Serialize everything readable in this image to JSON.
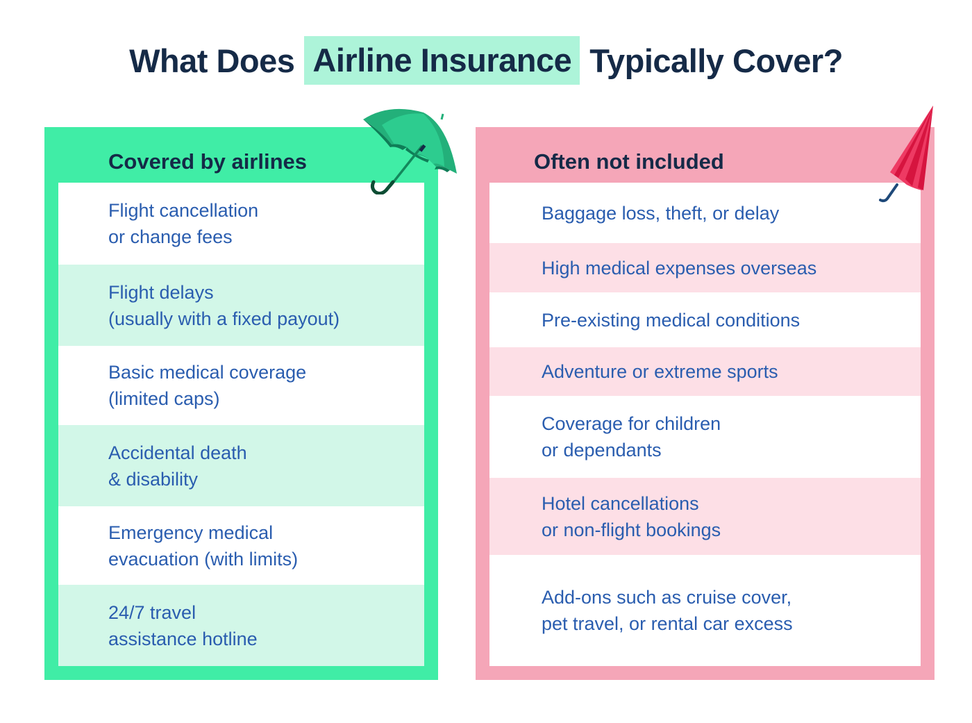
{
  "title": {
    "prefix": "What Does",
    "highlight": "Airline Insurance",
    "suffix": "Typically Cover?"
  },
  "colors": {
    "title_text": "#152a47",
    "title_highlight": "#adf4d9",
    "green_panel": "#40eda6",
    "green_row_alt": "#d2f7e8",
    "pink_panel": "#f5a6b8",
    "pink_row_alt": "#fddfe6",
    "item_text": "#2a5daf"
  },
  "covered": {
    "heading": "Covered by airlines",
    "icon": "open-umbrella-icon",
    "items": [
      "Flight cancellation\nor change fees",
      "Flight delays\n(usually with a fixed payout)",
      "Basic medical coverage\n(limited caps)",
      "Accidental death\n& disability",
      "Emergency medical\nevacuation (with limits)",
      "24/7 travel\nassistance hotline"
    ]
  },
  "not_included": {
    "heading": "Often not included",
    "icon": "closed-umbrella-icon",
    "items": [
      "Baggage loss, theft, or delay",
      "High medical expenses overseas",
      "Pre-existing medical conditions",
      "Adventure or extreme sports",
      "Coverage for children\nor dependants",
      "Hotel cancellations\nor non-flight bookings",
      "Add-ons such as cruise cover,\npet travel, or rental car excess"
    ]
  }
}
